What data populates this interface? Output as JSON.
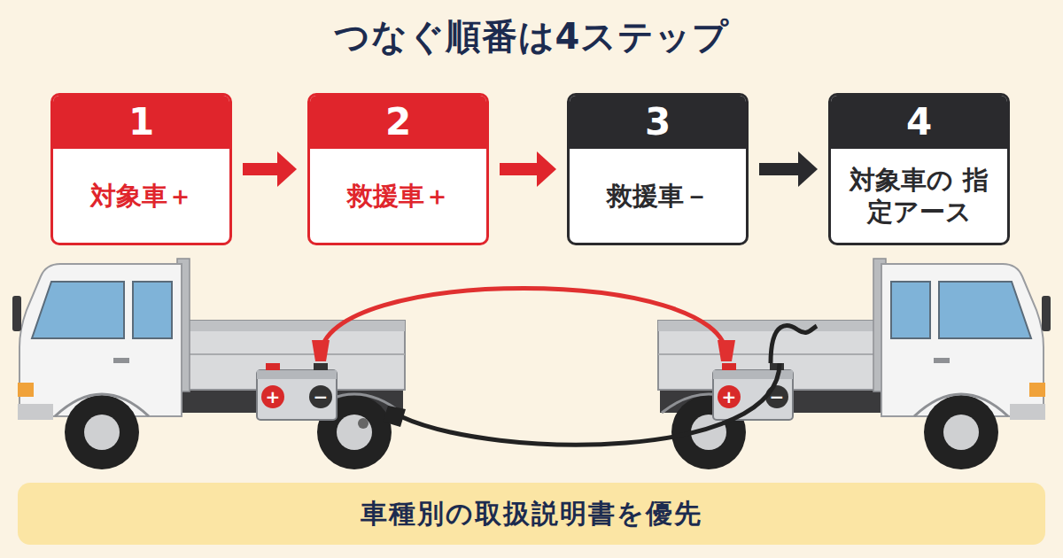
{
  "diagram": {
    "title": "つなぐ順番は4ステップ",
    "caption": "車種別の取扱説明書を優先",
    "nodes": [
      {
        "text": [
          "1",
          "対象車＋"
        ]
      },
      {
        "text": [
          "2",
          "救援車＋"
        ]
      },
      {
        "text": [
          "3",
          "救援車－"
        ]
      },
      {
        "text": [
          "4",
          "対象車の 指定アース"
        ]
      }
    ],
    "edges": [
      {
        "from": 0,
        "to": 1,
        "arrow": "to"
      },
      {
        "from": 1,
        "to": 2,
        "arrow": "to"
      },
      {
        "from": 2,
        "to": 3,
        "arrow": "to"
      }
    ],
    "labels": [
      "+",
      "−",
      "+",
      "−"
    ]
  }
}
